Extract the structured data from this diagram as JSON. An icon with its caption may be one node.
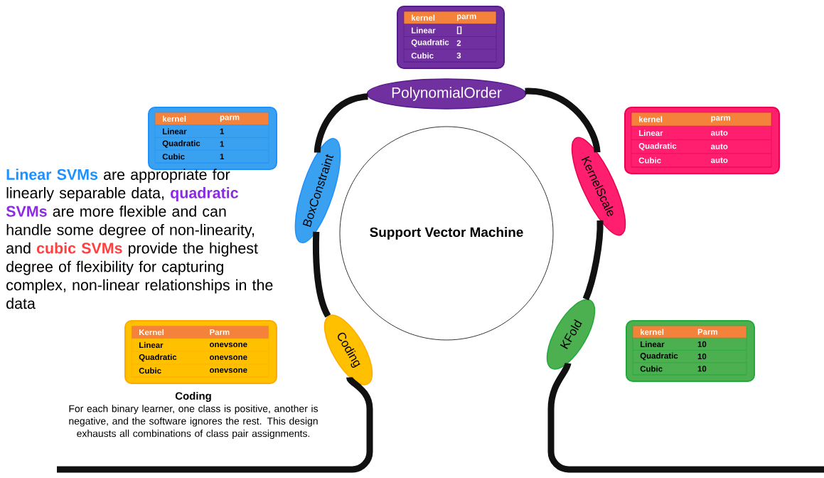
{
  "diagram": {
    "nodes": [
      {
        "text": [
          "Support Vector Machine"
        ]
      },
      {
        "text": [
          "PolynomialOrder"
        ]
      },
      {
        "text": [
          "BoxConstraint"
        ]
      },
      {
        "text": [
          "KernelScale"
        ]
      },
      {
        "text": [
          "Coding"
        ]
      },
      {
        "text": [
          "KFold"
        ]
      },
      {
        "text": [
          "kernel",
          "parm",
          "Linear",
          "[]",
          "Quadratic",
          "2",
          "Cubic",
          "3"
        ]
      },
      {
        "text": [
          "kernel",
          "parm",
          "Linear",
          "1",
          "Quadratic",
          "1",
          "Cubic",
          "1"
        ]
      },
      {
        "text": [
          "kernel",
          "parm",
          "Linear",
          "auto",
          "Quadratic",
          "auto",
          "Cubic",
          "auto"
        ]
      },
      {
        "text": [
          "Kernel",
          "Parm",
          "Linear",
          "onevsone",
          "Quadratic",
          "onevsone",
          "Cubic",
          "onevsone"
        ]
      },
      {
        "text": [
          "kernel",
          "Parm",
          "Linear",
          "10",
          "Quadratic",
          "10",
          "Cubic",
          "10"
        ]
      }
    ],
    "edges": [
      {
        "from": null,
        "to": 4,
        "arrow": "none"
      },
      {
        "from": 4,
        "to": 2,
        "arrow": "none"
      },
      {
        "from": 2,
        "to": 1,
        "arrow": "none"
      },
      {
        "from": 1,
        "to": 3,
        "arrow": "none"
      },
      {
        "from": 3,
        "to": 5,
        "arrow": "none"
      },
      {
        "from": 5,
        "to": null,
        "arrow": "none"
      }
    ],
    "labels": [
      "Linear SVMs",
      "are appropriate for linearly separable data,",
      "quadratic SVMs",
      "are more flexible and can handle some degree of non-linearity, and",
      "cubic SVMs",
      "provide the highest degree of flexibility for capturing complex, non-linear relationships in the data",
      "Coding",
      "For each binary learner, one class is positive, another is negative, and the software ignores the rest. This design exhausts all combinations of class pair assignments."
    ]
  }
}
